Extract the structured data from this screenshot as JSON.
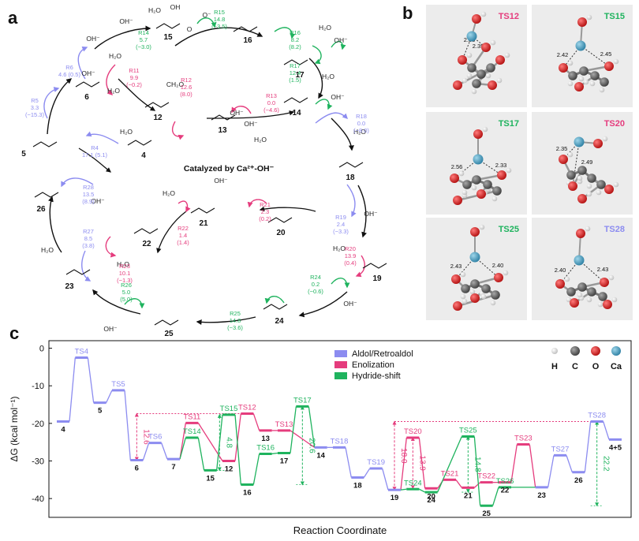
{
  "panels": {
    "a": "a",
    "b": "b",
    "c": "c"
  },
  "colors": {
    "aldol": "#8c8cf0",
    "enol": "#e53c7d",
    "hydride": "#1fb35e",
    "text": "#111111",
    "card": "#ececec"
  },
  "cycle_center_label": "Catalyzed by Ca²⁺-OH⁻",
  "species": [
    {
      "id": "s15",
      "label": "15"
    },
    {
      "id": "s16",
      "label": "16"
    },
    {
      "id": "s17",
      "label": "17"
    },
    {
      "id": "s14",
      "label": "14"
    },
    {
      "id": "s13",
      "label": "13"
    },
    {
      "id": "s12",
      "label": "12"
    },
    {
      "id": "s6",
      "label": "6"
    },
    {
      "id": "s5",
      "label": "5"
    },
    {
      "id": "s4",
      "label": "4"
    },
    {
      "id": "s18",
      "label": "18"
    },
    {
      "id": "s26",
      "label": "26"
    },
    {
      "id": "s21",
      "label": "21"
    },
    {
      "id": "s22",
      "label": "22"
    },
    {
      "id": "s20",
      "label": "20"
    },
    {
      "id": "s19",
      "label": "19"
    },
    {
      "id": "s23",
      "label": "23"
    },
    {
      "id": "s25",
      "label": "25"
    },
    {
      "id": "s24",
      "label": "24"
    }
  ],
  "molecule_text": [
    "H₂O",
    "OH⁻",
    "OH",
    "O",
    "O⁻",
    "H₂O",
    "OH⁻",
    "H₂O",
    "OH⁻",
    "H₂O",
    "OH⁻",
    "OH⁻",
    "H₂O",
    "CH₂O",
    "OH⁻",
    "H₂O",
    "H₂O",
    "OH⁻",
    "H₂O",
    "OH⁻",
    "H₂O",
    "OH⁻",
    "H₂O",
    "OH⁻",
    "H₂O",
    "OH⁻",
    "H₂O",
    "OH⁻"
  ],
  "rxn_labels": [
    {
      "name": "R15",
      "values": [
        "14.8",
        "(−3.5)"
      ],
      "kind": "hydride"
    },
    {
      "name": "R14",
      "values": [
        "5.7",
        "(−3.0)"
      ],
      "kind": "hydride"
    },
    {
      "name": "R16",
      "values": [
        "8.2",
        "(8.2)"
      ],
      "kind": "hydride"
    },
    {
      "name": "R17",
      "values": [
        "12.4",
        "(1.5)"
      ],
      "kind": "hydride"
    },
    {
      "name": "R11",
      "values": [
        "9.9",
        "(−0.2)"
      ],
      "kind": "enol"
    },
    {
      "name": "R6",
      "values": [
        "4.6 (0.5)"
      ],
      "kind": "aldol"
    },
    {
      "name": "R12",
      "values": [
        "12.6",
        "(8.0)"
      ],
      "kind": "enol"
    },
    {
      "name": "R13",
      "values": [
        "0.0",
        "(−4.6)"
      ],
      "kind": "enol"
    },
    {
      "name": "R5",
      "values": [
        "3.3",
        "(−15.3)"
      ],
      "kind": "aldol"
    },
    {
      "name": "R18",
      "values": [
        "0.0",
        "(−8.0)"
      ],
      "kind": "aldol"
    },
    {
      "name": "R4",
      "values": [
        "17.1 (5.1)"
      ],
      "kind": "aldol"
    },
    {
      "name": "R28",
      "values": [
        "13.5",
        "(8.9)"
      ],
      "kind": "aldol"
    },
    {
      "name": "R19",
      "values": [
        "2.4",
        "(−3.3)"
      ],
      "kind": "aldol"
    },
    {
      "name": "R27",
      "values": [
        "8.5",
        "(3.8)"
      ],
      "kind": "aldol"
    },
    {
      "name": "R22",
      "values": [
        "1.4",
        "(1.4)"
      ],
      "kind": "enol"
    },
    {
      "name": "R21",
      "values": [
        "2.3",
        "(0.2)"
      ],
      "kind": "enol"
    },
    {
      "name": "R23",
      "values": [
        "10.1",
        "(−1.3)"
      ],
      "kind": "enol"
    },
    {
      "name": "R20",
      "values": [
        "13.9",
        "(0.4)"
      ],
      "kind": "enol"
    },
    {
      "name": "R24",
      "values": [
        "0.2",
        "(−0.6)"
      ],
      "kind": "hydride"
    },
    {
      "name": "R26",
      "values": [
        "5.0",
        "(5.0)"
      ],
      "kind": "hydride"
    },
    {
      "name": "R25",
      "values": [
        "14.8",
        "(−3.6)"
      ],
      "kind": "hydride"
    }
  ],
  "ts_panels": [
    {
      "name": "TS12",
      "kind": "enol",
      "distances": [
        "2.85",
        "2.35"
      ]
    },
    {
      "name": "TS15",
      "kind": "hydride",
      "distances": [
        "2.42",
        "2.45"
      ]
    },
    {
      "name": "TS17",
      "kind": "hydride",
      "distances": [
        "2.56",
        "2.33"
      ]
    },
    {
      "name": "TS20",
      "kind": "enol",
      "distances": [
        "2.35",
        "2.49"
      ]
    },
    {
      "name": "TS25",
      "kind": "hydride",
      "distances": [
        "2.43",
        "2.40"
      ]
    },
    {
      "name": "TS28",
      "kind": "aldol",
      "distances": [
        "2.40",
        "2.43"
      ]
    }
  ],
  "atom_legend": [
    {
      "symbol": "H",
      "color": "#f2f2f2"
    },
    {
      "symbol": "C",
      "color": "#6b6b6b"
    },
    {
      "symbol": "O",
      "color": "#e21b1b"
    },
    {
      "symbol": "Ca",
      "color": "#4a9fc0"
    }
  ],
  "chart_data": {
    "type": "line",
    "title": "",
    "xlabel": "Reaction Coordinate",
    "ylabel": "ΔG (kcal mol⁻¹)",
    "ylim": [
      -45,
      2
    ],
    "yticks": [
      0,
      -10,
      -20,
      -30,
      -40
    ],
    "grid": false,
    "legend_position": "top-center",
    "legend": [
      {
        "name": "Aldol/Retroaldol",
        "color": "#8c8cf0"
      },
      {
        "name": "Enolization",
        "color": "#e53c7d"
      },
      {
        "name": "Hydride-shift",
        "color": "#1fb35e"
      }
    ],
    "levels": [
      {
        "label": "4",
        "x": 0,
        "y": -19.5,
        "type": "min",
        "kind": "aldol"
      },
      {
        "label": "TS4",
        "x": 1,
        "y": -2.5,
        "type": "ts",
        "kind": "aldol"
      },
      {
        "label": "5",
        "x": 2,
        "y": -14.5,
        "type": "min",
        "kind": "aldol"
      },
      {
        "label": "TS5",
        "x": 3,
        "y": -11.2,
        "type": "ts",
        "kind": "aldol"
      },
      {
        "label": "6",
        "x": 4,
        "y": -29.8,
        "type": "min",
        "kind": "aldol"
      },
      {
        "label": "TS6",
        "x": 5,
        "y": -25.2,
        "type": "ts",
        "kind": "aldol"
      },
      {
        "label": "7",
        "x": 6,
        "y": -29.5,
        "type": "min",
        "kind": "aldol"
      },
      {
        "label": "TS14",
        "x": 7,
        "y": -23.8,
        "type": "ts",
        "kind": "hydride"
      },
      {
        "label": "TS11",
        "x": 7,
        "y": -19.9,
        "type": "ts",
        "kind": "enol"
      },
      {
        "label": "15",
        "x": 8,
        "y": -32.5,
        "type": "min",
        "kind": "hydride"
      },
      {
        "label": "12",
        "x": 9,
        "y": -30.0,
        "type": "min",
        "kind": "enol"
      },
      {
        "label": "TS15",
        "x": 9,
        "y": -17.7,
        "type": "ts",
        "kind": "hydride"
      },
      {
        "label": "16",
        "x": 10,
        "y": -36.3,
        "type": "min",
        "kind": "hydride"
      },
      {
        "label": "TS12",
        "x": 10,
        "y": -17.4,
        "type": "ts",
        "kind": "enol"
      },
      {
        "label": "13",
        "x": 11,
        "y": -21.9,
        "type": "min",
        "kind": "enol"
      },
      {
        "label": "TS16",
        "x": 11,
        "y": -28.1,
        "type": "ts",
        "kind": "hydride"
      },
      {
        "label": "17",
        "x": 12,
        "y": -27.9,
        "type": "min",
        "kind": "hydride"
      },
      {
        "label": "TS13",
        "x": 12,
        "y": -21.9,
        "type": "ts",
        "kind": "enol"
      },
      {
        "label": "TS17",
        "x": 13,
        "y": -15.5,
        "type": "ts",
        "kind": "hydride"
      },
      {
        "label": "14",
        "x": 14,
        "y": -26.4,
        "type": "min",
        "kind": "aldol"
      },
      {
        "label": "TS18",
        "x": 15,
        "y": -26.4,
        "type": "ts",
        "kind": "aldol"
      },
      {
        "label": "18",
        "x": 16,
        "y": -34.4,
        "type": "min",
        "kind": "aldol"
      },
      {
        "label": "TS19",
        "x": 17,
        "y": -32.0,
        "type": "ts",
        "kind": "aldol"
      },
      {
        "label": "19",
        "x": 18,
        "y": -37.7,
        "type": "min",
        "kind": "aldol"
      },
      {
        "label": "TS20",
        "x": 19,
        "y": -23.8,
        "type": "ts",
        "kind": "enol"
      },
      {
        "label": "TS24",
        "x": 19,
        "y": -37.5,
        "type": "ts",
        "kind": "hydride"
      },
      {
        "label": "20",
        "x": 20,
        "y": -37.3,
        "type": "min",
        "kind": "enol"
      },
      {
        "label": "24",
        "x": 20,
        "y": -38.3,
        "type": "min",
        "kind": "hydride"
      },
      {
        "label": "TS21",
        "x": 21,
        "y": -35.0,
        "type": "ts",
        "kind": "enol"
      },
      {
        "label": "21",
        "x": 22,
        "y": -37.1,
        "type": "min",
        "kind": "enol"
      },
      {
        "label": "TS25",
        "x": 22,
        "y": -23.5,
        "type": "ts",
        "kind": "hydride"
      },
      {
        "label": "TS22",
        "x": 23,
        "y": -35.7,
        "type": "ts",
        "kind": "enol"
      },
      {
        "label": "25",
        "x": 23,
        "y": -41.9,
        "type": "min",
        "kind": "hydride"
      },
      {
        "label": "22",
        "x": 24,
        "y": -35.7,
        "type": "min",
        "kind": "enol"
      },
      {
        "label": "TS26",
        "x": 24,
        "y": -37.0,
        "type": "ts",
        "kind": "hydride"
      },
      {
        "label": "TS23",
        "x": 25,
        "y": -25.6,
        "type": "ts",
        "kind": "enol"
      },
      {
        "label": "23",
        "x": 26,
        "y": -37.0,
        "type": "min",
        "kind": "aldol"
      },
      {
        "label": "TS27",
        "x": 27,
        "y": -28.5,
        "type": "ts",
        "kind": "aldol"
      },
      {
        "label": "26",
        "x": 28,
        "y": -33.0,
        "type": "min",
        "kind": "aldol"
      },
      {
        "label": "TS28",
        "x": 29,
        "y": -19.5,
        "type": "ts",
        "kind": "aldol"
      },
      {
        "label": "4+5",
        "x": 30,
        "y": -24.3,
        "type": "min",
        "kind": "aldol"
      }
    ],
    "series": [
      {
        "name": "Aldol/Retroaldol",
        "kind": "aldol",
        "path": [
          "4",
          "TS4",
          "5",
          "TS5",
          "6",
          "TS6",
          "7"
        ]
      },
      {
        "name": "Enolization",
        "kind": "enol",
        "path": [
          "7",
          "TS11",
          "12",
          "TS12",
          "13",
          "TS13",
          "14"
        ]
      },
      {
        "name": "Hydride-shift",
        "kind": "hydride",
        "path": [
          "7",
          "TS14",
          "15",
          "TS15",
          "16",
          "TS16",
          "17",
          "TS17",
          "14"
        ]
      },
      {
        "name": "Aldol/Retroaldol",
        "kind": "aldol",
        "path": [
          "14",
          "TS18",
          "18",
          "TS19",
          "19"
        ]
      },
      {
        "name": "Enolization",
        "kind": "enol",
        "path": [
          "19",
          "TS20",
          "20",
          "TS21",
          "21",
          "TS22",
          "22",
          "TS23",
          "23"
        ]
      },
      {
        "name": "Hydride-shift",
        "kind": "hydride",
        "path": [
          "19",
          "TS24",
          "24",
          "TS25",
          "25",
          "TS26",
          "23"
        ]
      },
      {
        "name": "Aldol/Retroaldol",
        "kind": "aldol",
        "path": [
          "23",
          "TS27",
          "26",
          "TS28",
          "4+5"
        ]
      }
    ],
    "barriers": [
      {
        "label": "12.6",
        "kind": "enol",
        "from": -29.8,
        "to": -17.4,
        "at": 4,
        "ref": "TS12"
      },
      {
        "label": "4.8",
        "kind": "hydride",
        "from": -32.5,
        "to": -17.7,
        "at": 8.5,
        "ref": "TS15"
      },
      {
        "label": "20.6",
        "kind": "hydride",
        "from": -36.3,
        "to": -15.5,
        "at": 13,
        "ref": "TS17"
      },
      {
        "label": "18.0",
        "kind": "enol",
        "from": -37.7,
        "to": -19.5,
        "at": 18,
        "ref": "TS28"
      },
      {
        "label": "13.9",
        "kind": "enol",
        "from": -37.3,
        "to": -23.8,
        "at": 19,
        "ref": "TS20"
      },
      {
        "label": "14.8",
        "kind": "hydride",
        "from": -38.3,
        "to": -23.5,
        "at": 22,
        "ref": "TS25"
      },
      {
        "label": "22.2",
        "kind": "hydride",
        "from": -41.9,
        "to": -19.5,
        "at": 29,
        "ref": "TS28"
      }
    ]
  }
}
